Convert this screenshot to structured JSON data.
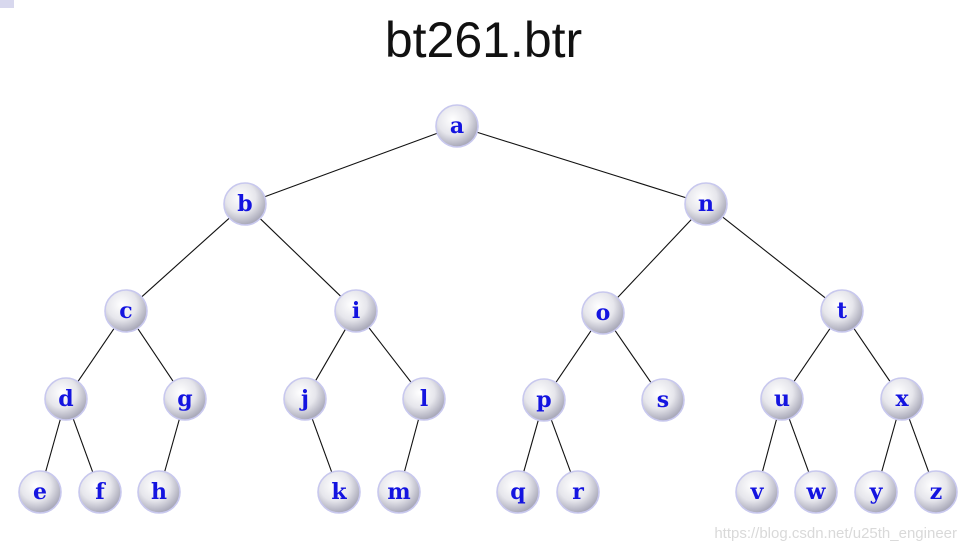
{
  "title": "bt261.btr",
  "watermark": "https://blog.csdn.net/u25th_engineer",
  "colors": {
    "label": "#1414e0",
    "node_center": "#ffffff",
    "node_edge": "#a8a8b8",
    "node_outline": "#c8c8ee",
    "edge": "#111111"
  },
  "tree": {
    "nodes": [
      {
        "id": "a",
        "label": "a",
        "level": 0
      },
      {
        "id": "b",
        "label": "b",
        "level": 1
      },
      {
        "id": "n",
        "label": "n",
        "level": 1
      },
      {
        "id": "c",
        "label": "c",
        "level": 2
      },
      {
        "id": "i",
        "label": "i",
        "level": 2
      },
      {
        "id": "o",
        "label": "o",
        "level": 2
      },
      {
        "id": "t",
        "label": "t",
        "level": 2
      },
      {
        "id": "d",
        "label": "d",
        "level": 3
      },
      {
        "id": "g",
        "label": "g",
        "level": 3
      },
      {
        "id": "j",
        "label": "j",
        "level": 3
      },
      {
        "id": "l",
        "label": "l",
        "level": 3
      },
      {
        "id": "p",
        "label": "p",
        "level": 3
      },
      {
        "id": "s",
        "label": "s",
        "level": 3
      },
      {
        "id": "u",
        "label": "u",
        "level": 3
      },
      {
        "id": "x",
        "label": "x",
        "level": 3
      },
      {
        "id": "e",
        "label": "e",
        "level": 4
      },
      {
        "id": "f",
        "label": "f",
        "level": 4
      },
      {
        "id": "h",
        "label": "h",
        "level": 4
      },
      {
        "id": "k",
        "label": "k",
        "level": 4
      },
      {
        "id": "m",
        "label": "m",
        "level": 4
      },
      {
        "id": "q",
        "label": "q",
        "level": 4
      },
      {
        "id": "r",
        "label": "r",
        "level": 4
      },
      {
        "id": "v",
        "label": "v",
        "level": 4
      },
      {
        "id": "w",
        "label": "w",
        "level": 4
      },
      {
        "id": "y",
        "label": "y",
        "level": 4
      },
      {
        "id": "z",
        "label": "z",
        "level": 4
      }
    ],
    "edges": [
      [
        "a",
        "b"
      ],
      [
        "a",
        "n"
      ],
      [
        "b",
        "c"
      ],
      [
        "b",
        "i"
      ],
      [
        "n",
        "o"
      ],
      [
        "n",
        "t"
      ],
      [
        "c",
        "d"
      ],
      [
        "c",
        "g"
      ],
      [
        "i",
        "j"
      ],
      [
        "i",
        "l"
      ],
      [
        "o",
        "p"
      ],
      [
        "o",
        "s"
      ],
      [
        "t",
        "u"
      ],
      [
        "t",
        "x"
      ],
      [
        "d",
        "e"
      ],
      [
        "d",
        "f"
      ],
      [
        "g",
        "h"
      ],
      [
        "j",
        "k"
      ],
      [
        "l",
        "m"
      ],
      [
        "p",
        "q"
      ],
      [
        "p",
        "r"
      ],
      [
        "u",
        "v"
      ],
      [
        "u",
        "w"
      ],
      [
        "x",
        "y"
      ],
      [
        "x",
        "z"
      ]
    ]
  }
}
